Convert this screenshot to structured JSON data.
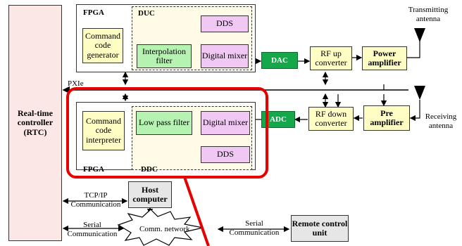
{
  "rtc": {
    "label": "Real-time controller (RTC)"
  },
  "fpga_top": {
    "label": "FPGA",
    "duc_label": "DUC",
    "command_code_generator": "Command code generator",
    "interpolation_filter": "Interpolation filter",
    "dds": "DDS",
    "digital_mixer": "Digital mixer"
  },
  "fpga_bottom": {
    "label": "FPGA",
    "ddc_label": "DDC",
    "command_code_interpreter": "Command code interpreter",
    "low_pass_filter": "Low pass filter",
    "digital_mixer": "Digital mixer",
    "dds": "DDS"
  },
  "dac": "DAC",
  "adc": "ADC",
  "rf_up_converter": "RF up converter",
  "rf_down_converter": "RF down converter",
  "power_amplifier": "Power amplifier",
  "pre_amplifier": "Pre amplifier",
  "transmitting_antenna": "Transmitting antenna",
  "receiving_antenna": "Receiving antenna",
  "pxie": "PXIe",
  "host_computer": "Host computer",
  "tcpip": "TCP/IP Communication",
  "serial_left": "Serial Communication",
  "serial_right": "Serial Communication",
  "comm_network": "Comm. network",
  "remote_control_unit": "Remote control unit",
  "colors": {
    "highlight": "#e60000",
    "dark_green": "#15a84a",
    "light_green": "#b6f2b2",
    "yellow": "#fdfdc4",
    "pink": "#f1c7f4",
    "rtc": "#fbe8e6"
  }
}
